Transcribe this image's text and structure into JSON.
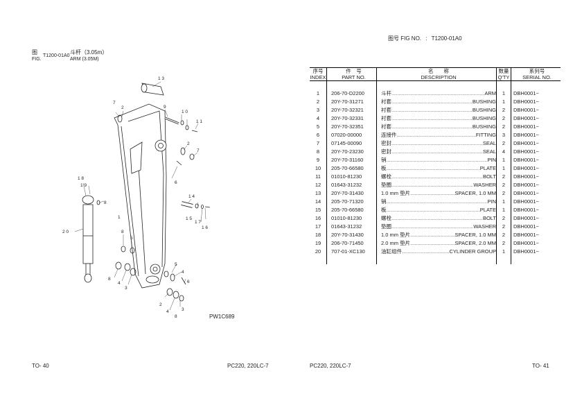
{
  "header_right": {
    "label_cn": "图号",
    "label_en": "FIG NO.",
    "sep": ":",
    "value": "T1200-01A0"
  },
  "header_left": {
    "label_cn": "图",
    "label_en": "FIG.",
    "fig_no": "T1200-01A0",
    "title_cn": "斗杆（3.05m）",
    "title_en": "ARM (3.05M)"
  },
  "diagram": {
    "code": "PW1C689",
    "callouts": [
      "1",
      "2",
      "2",
      "2",
      "3",
      "3",
      "4",
      "4",
      "5",
      "5",
      "6",
      "6",
      "7",
      "7",
      "8",
      "8",
      "8",
      "8",
      "9",
      "10",
      "11",
      "13",
      "14",
      "15",
      "16",
      "17",
      "18",
      "19",
      "20"
    ]
  },
  "table": {
    "headers": {
      "index_cn": "序号",
      "index_en": "INDEX",
      "part_cn": "件　号",
      "part_en": "PART NO.",
      "desc_cn": "名　　称",
      "desc_en": "DESCRIPTION",
      "qty_cn": "数量",
      "qty_en": "Q'TY",
      "serial_cn": "系列号",
      "serial_en": "SERIAL NO."
    },
    "rows": [
      {
        "index": "1",
        "part": "206-70-D2200",
        "cn": "斗杆",
        "en": "ARM",
        "qty": "1",
        "serial": "DBH0001~"
      },
      {
        "index": "2",
        "part": "20Y-70-31271",
        "cn": "衬套",
        "en": "BUSHING",
        "qty": "1",
        "serial": "DBH0001~"
      },
      {
        "index": "3",
        "part": "20Y-70-32321",
        "cn": "衬套",
        "en": "BUSHING",
        "qty": "2",
        "serial": "DBH0001~"
      },
      {
        "index": "4",
        "part": "20Y-70-32331",
        "cn": "衬套",
        "en": "BUSHING",
        "qty": "2",
        "serial": "DBH0001~"
      },
      {
        "index": "5",
        "part": "20Y-70-32351",
        "cn": "衬套",
        "en": "BUSHING",
        "qty": "2",
        "serial": "DBH0001~"
      },
      {
        "index": "6",
        "part": "07020-00000",
        "cn": "连接件",
        "en": "FITTING",
        "qty": "3",
        "serial": "DBH0001~"
      },
      {
        "index": "7",
        "part": "07145-00090",
        "cn": "密封",
        "en": "SEAL",
        "qty": "2",
        "serial": "DBH0001~"
      },
      {
        "index": "8",
        "part": "20Y-70-23230",
        "cn": "密封",
        "en": "SEAL",
        "qty": "4",
        "serial": "DBH0001~"
      },
      {
        "index": "9",
        "part": "20Y-70-31160",
        "cn": "销",
        "en": "PIN",
        "qty": "1",
        "serial": "DBH0001~"
      },
      {
        "index": "10",
        "part": "205-70-66580",
        "cn": "板",
        "en": "PLATE",
        "qty": "1",
        "serial": "DBH0001~"
      },
      {
        "index": "11",
        "part": "01010-81230",
        "cn": "螺栓",
        "en": "BOLT",
        "qty": "2",
        "serial": "DBH0001~"
      },
      {
        "index": "12",
        "part": "01643-31232",
        "cn": "垫圈",
        "en": "WASHER",
        "qty": "2",
        "serial": "DBH0001~"
      },
      {
        "index": "13",
        "part": "20Y-70-31430",
        "cn": "1.0 mm 垫片",
        "en": "SPACER, 1.0 MM",
        "qty": "2",
        "serial": "DBH0001~"
      },
      {
        "index": "14",
        "part": "205-70-71320",
        "cn": "销",
        "en": "PIN",
        "qty": "1",
        "serial": "DBH0001~"
      },
      {
        "index": "15",
        "part": "205-70-66580",
        "cn": "板",
        "en": "PLATE",
        "qty": "1",
        "serial": "DBH0001~"
      },
      {
        "index": "16",
        "part": "01010-81230",
        "cn": "螺栓",
        "en": "BOLT",
        "qty": "2",
        "serial": "DBH0001~"
      },
      {
        "index": "17",
        "part": "01643-31232",
        "cn": "垫圈",
        "en": "WASHER",
        "qty": "2",
        "serial": "DBH0001~"
      },
      {
        "index": "18",
        "part": "20Y-70-31430",
        "cn": "1.0 mm 垫片",
        "en": "SPACER, 1.0 MM",
        "qty": "2",
        "serial": "DBH0001~"
      },
      {
        "index": "19",
        "part": "206-70-71450",
        "cn": "2.0 mm 垫片",
        "en": "SPACER, 2.0 MM",
        "qty": "2",
        "serial": "DBH0001~"
      },
      {
        "index": "20",
        "part": "707-01-XC130",
        "cn": "油缸组件",
        "en": "CYLINDER GROUP",
        "qty": "1",
        "serial": "DBH0001~"
      }
    ]
  },
  "footer": {
    "left_page": "TO- 40",
    "left_model": "PC220, 220LC-7",
    "right_model": "PC220, 220LC-7",
    "right_page": "TO- 41"
  }
}
